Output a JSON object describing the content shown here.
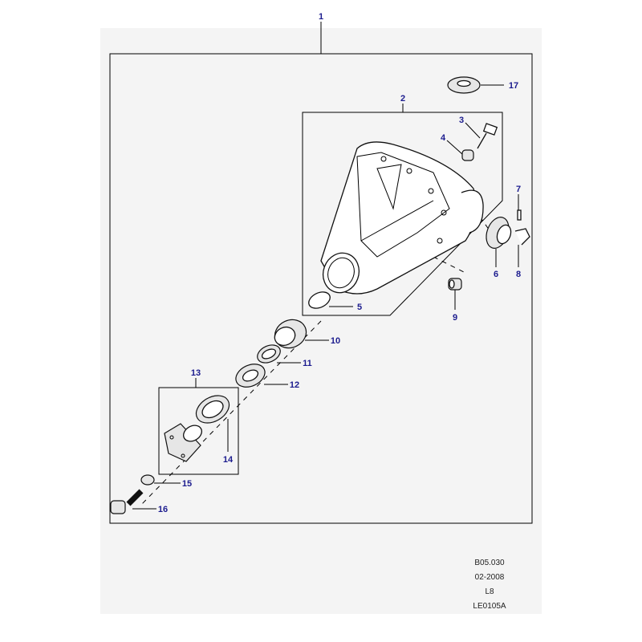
{
  "callouts": [
    "1",
    "2",
    "3",
    "4",
    "5",
    "6",
    "7",
    "8",
    "9",
    "10",
    "11",
    "12",
    "13",
    "14",
    "15",
    "16",
    "17"
  ],
  "reference": {
    "code": "B05.030",
    "date": "02-2008",
    "model": "L8",
    "illustration": "LE0105A"
  }
}
